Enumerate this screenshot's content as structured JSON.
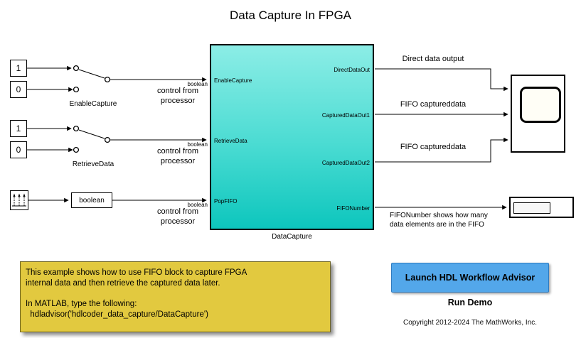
{
  "title": "Data Capture In FPGA",
  "sources": {
    "enable": {
      "const_on": "1",
      "const_off": "0",
      "label": "EnableCapture"
    },
    "retrieve": {
      "const_on": "1",
      "const_off": "0",
      "label": "RetrieveData"
    },
    "pulse": {
      "convert_label": "boolean"
    }
  },
  "datacapture": {
    "label": "DataCapture",
    "inputs": [
      "EnableCapture",
      "RetrieveData",
      "PopFIFO"
    ],
    "outputs": [
      "DirectDataOut",
      "CapturedDataOut1",
      "CapturedDataOut2",
      "FIFONumber"
    ]
  },
  "annotations": {
    "control_from_processor": "control from\nprocessor",
    "signal_type_boolean": "boolean",
    "direct_data_output": "Direct data output",
    "fifo_captureddata": "FIFO captureddata",
    "fifo_number_note": "FIFONumber shows how many\ndata elements are in the FIFO"
  },
  "note_box": {
    "paragraph1": "This example shows how to use FIFO block to capture FPGA\ninternal data and then retrieve the captured data later.",
    "paragraph2": "In MATLAB, type the following:",
    "paragraph3": "  hdladvisor('hdlcoder_data_capture/DataCapture')"
  },
  "demo": {
    "button_label": "Launch HDL Workflow Advisor",
    "caption": "Run Demo"
  },
  "copyright": "Copyright 2012-2024 The MathWorks, Inc.",
  "colors": {
    "dc_top": "#8CEDE6",
    "dc_bottom": "#0DC6BD",
    "note_bg": "#E2C93F",
    "button_bg": "#53A7EA",
    "button_border": "#2F7BBF"
  }
}
